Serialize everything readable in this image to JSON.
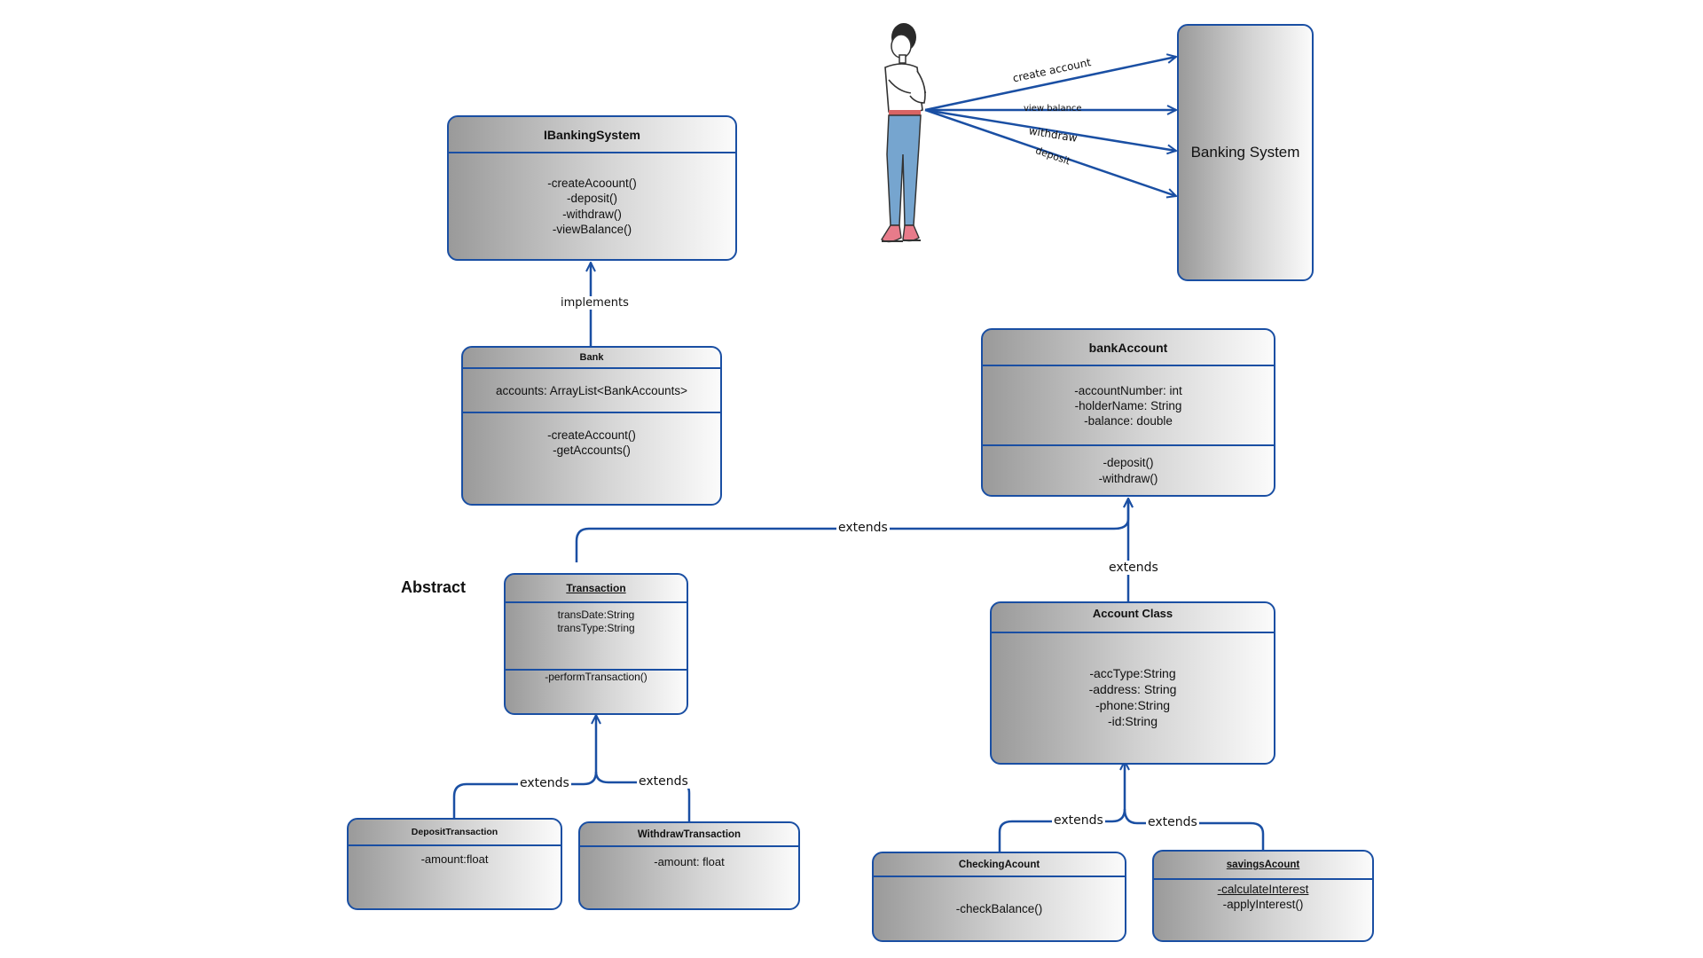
{
  "colors": {
    "line": "#1a4fa3",
    "text": "#111111"
  },
  "actor": {
    "icon": "person-figure-icon"
  },
  "banking_system": {
    "label": "Banking System"
  },
  "use_cases": [
    "create account",
    "view balance",
    "withdraw",
    "deposit"
  ],
  "side_label": "Abstract",
  "relationship_labels": {
    "implements": "implements",
    "extends_transaction_to_bank_account": "extends",
    "extends_account_class": "extends",
    "extends_deposit": "extends",
    "extends_withdraw": "extends",
    "extends_checking": "extends",
    "extends_savings": "extends"
  },
  "classes": {
    "ibanking_system": {
      "name": "IBankingSystem",
      "methods": [
        "-createAcoount()",
        "-deposit()",
        "-withdraw()",
        "-viewBalance()"
      ]
    },
    "bank": {
      "name": "Bank",
      "attributes": [
        "accounts: ArrayList<BankAccounts>"
      ],
      "methods": [
        "-createAccount()",
        "-getAccounts()"
      ]
    },
    "bank_account": {
      "name": "bankAccount",
      "attributes": [
        "-accountNumber: int",
        "-holderName: String",
        "-balance: double"
      ],
      "methods": [
        "-deposit()",
        "-withdraw()"
      ]
    },
    "transaction": {
      "name": "Transaction",
      "attributes": [
        "transDate:String",
        "transType:String"
      ],
      "methods": [
        "-performTransaction()"
      ]
    },
    "account_class": {
      "name": "Account Class",
      "attributes": [
        "-accType:String",
        "-address: String",
        "-phone:String",
        "-id:String"
      ]
    },
    "deposit_transaction": {
      "name": "DepositTransaction",
      "attributes": [
        "-amount:float"
      ]
    },
    "withdraw_transaction": {
      "name": "WithdrawTransaction",
      "attributes": [
        "-amount: float"
      ]
    },
    "checking_account": {
      "name": "CheckingAcount",
      "methods": [
        "-checkBalance()"
      ]
    },
    "savings_account": {
      "name": "savingsAcount",
      "methods": [
        "-calculateInterest",
        "-applyInterest()"
      ]
    }
  }
}
